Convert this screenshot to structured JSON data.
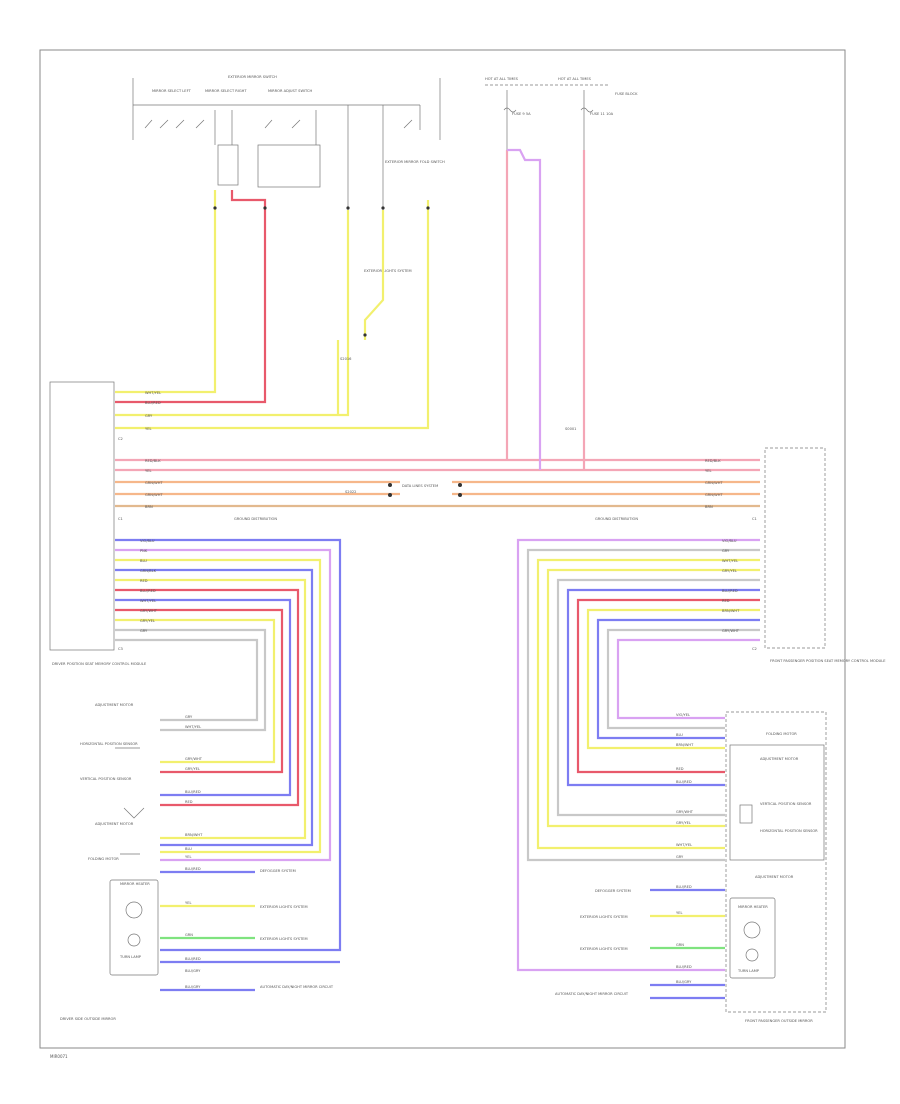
{
  "diagram": {
    "top": {
      "exterior_mirror_switch": "EXTERIOR MIRROR SWITCH",
      "mirror_select_left": "MIRROR SELECT LEFT",
      "mirror_select_right": "MIRROR SELECT RIGHT",
      "mirror_adjust_switch": "MIRROR ADJUST SWITCH",
      "exterior_mirror_fold_switch": "EXTERIOR MIRROR FOLD SWITCH",
      "hot_at_all_times_1": "HOT AT ALL TIMES",
      "hot_at_all_times_2": "HOT AT ALL TIMES",
      "fuse_1": "FUSE 9 5A",
      "fuse_2": "FUSE 11 10A",
      "fuse_block": "FUSE BLOCK",
      "exterior_lights_system": "EXTERIOR LIGHTS SYSTEM"
    },
    "left_module": {
      "title": "DRIVER POSITION SEAT MEMORY CONTROL MODULE",
      "connector_top": "C2",
      "connector_mid": "C1",
      "connector_low": "C3",
      "wire_labels": [
        "WHT/YEL",
        "BLU/RED",
        "GRY",
        "YEL",
        "RED/BLK",
        "YEL",
        "GRN/WHT",
        "GRN/WHT",
        "BRN",
        "VIO/BLU",
        "PNK",
        "BLU",
        "GRN/BLK",
        "RED",
        "BLU/RED",
        "WHT/YEL",
        "GRY/WHT",
        "GRY/YEL",
        "GRY"
      ],
      "ground_label": "GROUND DISTRIBUTION",
      "data_lines": "DATA LINES SYSTEM"
    },
    "right_module": {
      "title": "FRONT PASSENGER POSITION SEAT MEMORY CONTROL MODULE",
      "connector_top": "C1",
      "connector_low": "C2",
      "wire_labels": [
        "RED/BLK",
        "YEL",
        "GRN/WHT",
        "GRN/WHT",
        "BRN",
        "VIO/BLU",
        "GRY",
        "WHT/YEL",
        "GRY/YEL",
        "BLU/RED",
        "RED",
        "BRN/WHT",
        "GRY/WHT"
      ],
      "ground_label": "GROUND DISTRIBUTION"
    },
    "left_mirror": {
      "title": "DRIVER SIDE OUTSIDE MIRROR",
      "adjustment_motor": "ADJUSTMENT MOTOR",
      "horizontal_position_sensor": "HORIZONTAL POSITION SENSOR",
      "vertical_position_sensor": "VERTICAL POSITION SENSOR",
      "adjustment_motor_2": "ADJUSTMENT MOTOR",
      "fold_motor": "FOLDING MOTOR",
      "heater": "MIRROR HEATER",
      "turn_lamp": "TURN LAMP",
      "heater_label": "DEFOGGER SYSTEM",
      "ext_lights": "EXTERIOR LIGHTS SYSTEM",
      "ext_lights_2": "EXTERIOR LIGHTS SYSTEM",
      "auto_dimming": "AUTOMATIC DAY/NIGHT MIRROR CIRCUIT",
      "wire_labels": [
        "GRY",
        "WHT/YEL",
        "GRY/WHT",
        "GRY/YEL",
        "BLU/RED",
        "RED",
        "BRN/WHT",
        "BLU",
        "YEL",
        "BLU/RED",
        "YEL",
        "GRN",
        "BLU/RED",
        "BLU/GRY",
        "BLU/GRY"
      ]
    },
    "right_mirror": {
      "title": "FRONT PASSENGER OUTSIDE MIRROR",
      "fold_motor": "FOLDING MOTOR",
      "adjustment_motor": "ADJUSTMENT MOTOR",
      "vertical_position_sensor": "VERTICAL POSITION SENSOR",
      "horizontal_position_sensor": "HORIZONTAL POSITION SENSOR",
      "adjustment_motor_2": "ADJUSTMENT MOTOR",
      "heater": "MIRROR HEATER",
      "turn_lamp": "TURN LAMP",
      "heater_label": "DEFOGGER SYSTEM",
      "ext_lights": "EXTERIOR LIGHTS SYSTEM",
      "ext_lights_2": "EXTERIOR LIGHTS SYSTEM",
      "auto_dimming": "AUTOMATIC DAY/NIGHT MIRROR CIRCUIT",
      "wire_labels": [
        "VIO/YEL",
        "BLU",
        "BRN/WHT",
        "RED",
        "BLU/RED",
        "GRY/WHT",
        "GRY/YEL",
        "WHT/YEL",
        "GRY",
        "BLU/RED",
        "YEL",
        "GRN",
        "BLU/RED",
        "BLU/GRY"
      ]
    },
    "splice_labels": [
      "S2016",
      "S0001",
      "S2022"
    ],
    "diagram_id": "MIR0071"
  },
  "colors": {
    "wire_yellow": "#f2f06e",
    "wire_red": "#e8596b",
    "wire_pink": "#f4a6b6",
    "wire_magenta": "#d9a2f2",
    "wire_blue": "#7d7df2",
    "wire_green": "#7fe37f",
    "wire_orange": "#f6b78a",
    "wire_gray": "#c8c8c8",
    "wire_brown": "#e2b98e",
    "frame": "#8a8a8a"
  }
}
